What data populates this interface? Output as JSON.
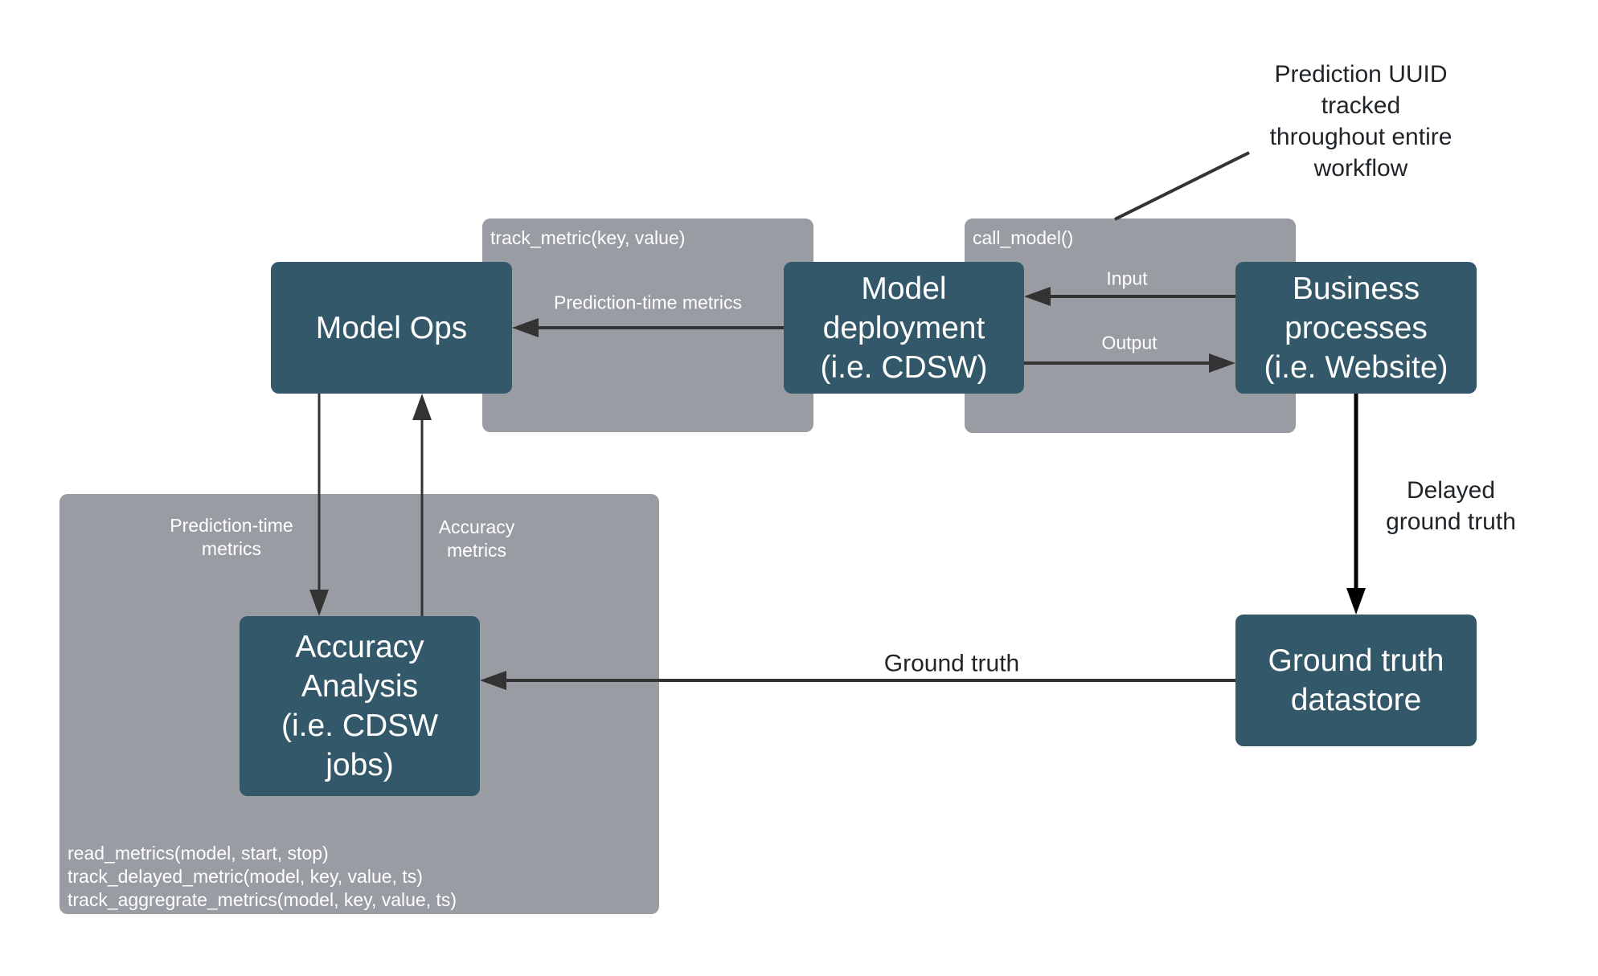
{
  "diagram": {
    "groups": [
      {
        "id": "track-metric-group",
        "label": "track_metric(key, value)"
      },
      {
        "id": "call-model-group",
        "label": "call_model()"
      },
      {
        "id": "accuracy-group",
        "label": "read_metrics(model, start, stop)\ntrack_delayed_metric(model, key, value, ts)\ntrack_aggregrate_metrics(model, key, value, ts)"
      }
    ],
    "nodes": [
      {
        "id": "model-ops",
        "label": "Model Ops"
      },
      {
        "id": "model-deployment",
        "label": "Model\ndeployment\n(i.e. CDSW)"
      },
      {
        "id": "business-processes",
        "label": "Business\nprocesses\n(i.e. Website)"
      },
      {
        "id": "accuracy-analysis",
        "label": "Accuracy\nAnalysis\n(i.e. CDSW\njobs)"
      },
      {
        "id": "ground-truth-datastore",
        "label": "Ground truth\ndatastore"
      }
    ],
    "edges": [
      {
        "from": "model-deployment",
        "to": "model-ops",
        "label": "Prediction-time metrics"
      },
      {
        "from": "business-processes",
        "to": "model-deployment",
        "label": "Input"
      },
      {
        "from": "model-deployment",
        "to": "business-processes",
        "label": "Output"
      },
      {
        "from": "model-ops",
        "to": "accuracy-analysis",
        "label": "Prediction-time\nmetrics"
      },
      {
        "from": "accuracy-analysis",
        "to": "model-ops",
        "label": "Accuracy\nmetrics"
      },
      {
        "from": "business-processes",
        "to": "ground-truth-datastore",
        "label": "Delayed\nground truth"
      },
      {
        "from": "ground-truth-datastore",
        "to": "accuracy-analysis",
        "label": "Ground truth"
      }
    ],
    "annotation": {
      "label": "Prediction UUID tracked\nthroughout entire\nworkflow"
    },
    "colors": {
      "node": "#325869",
      "group": "#999ca3",
      "edge": "#333333",
      "edge_strong": "#000000"
    }
  }
}
